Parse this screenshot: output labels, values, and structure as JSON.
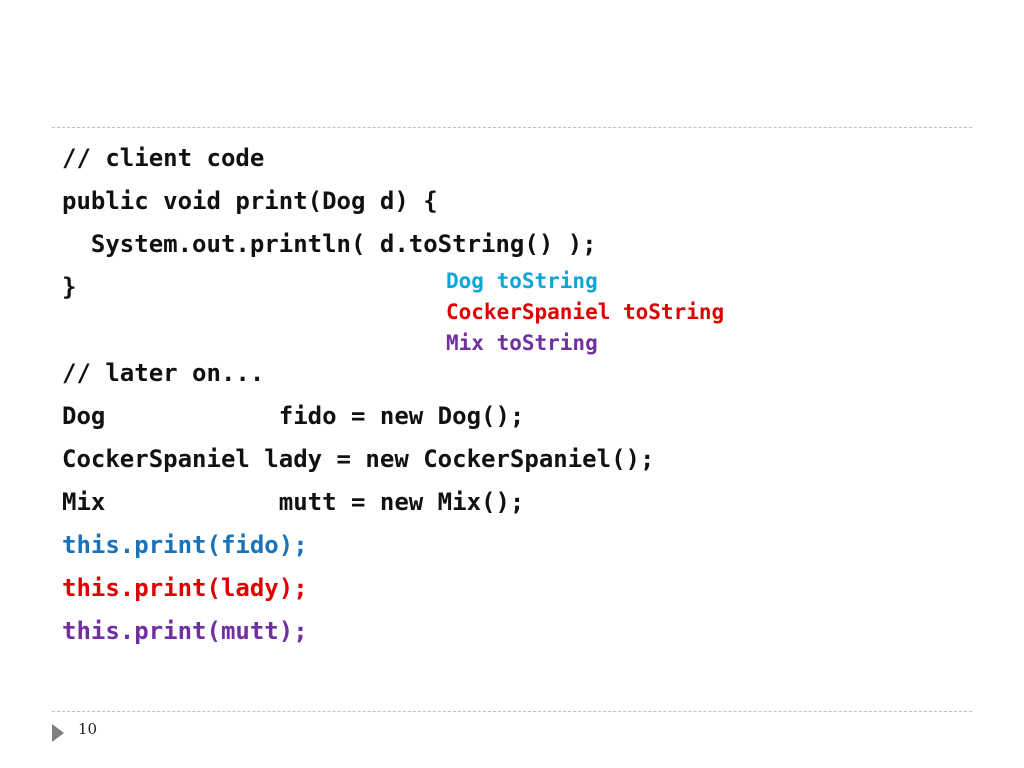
{
  "slide": {
    "page_number": "10",
    "colors": {
      "text": "#111111",
      "blue": "#1a73b8",
      "cyan": "#0ea5d8",
      "red": "#e00000",
      "purple": "#7030a0"
    }
  },
  "code": {
    "lines": [
      {
        "text": "// client code",
        "color": "#111111"
      },
      {
        "text": "public void print(Dog d) {",
        "color": "#111111"
      },
      {
        "text": "  System.out.println( d.toString() );",
        "color": "#111111"
      },
      {
        "text": "}",
        "color": "#111111"
      },
      {
        "text": "",
        "color": "#111111"
      },
      {
        "text": "// later on...",
        "color": "#111111"
      },
      {
        "text": "Dog            fido = new Dog();",
        "color": "#111111"
      },
      {
        "text": "CockerSpaniel lady = new CockerSpaniel();",
        "color": "#111111"
      },
      {
        "text": "Mix            mutt = new Mix();",
        "color": "#111111"
      },
      {
        "text": "this.print(fido);",
        "color": "#1a73b8"
      },
      {
        "text": "this.print(lady);",
        "color": "#e00000"
      },
      {
        "text": "this.print(mutt);",
        "color": "#7030a0"
      }
    ]
  },
  "output": {
    "lines": [
      {
        "text": "Dog toString",
        "color": "#0ea5d8"
      },
      {
        "text": "CockerSpaniel toString",
        "color": "#e00000"
      },
      {
        "text": "Mix toString",
        "color": "#7030a0"
      }
    ]
  }
}
